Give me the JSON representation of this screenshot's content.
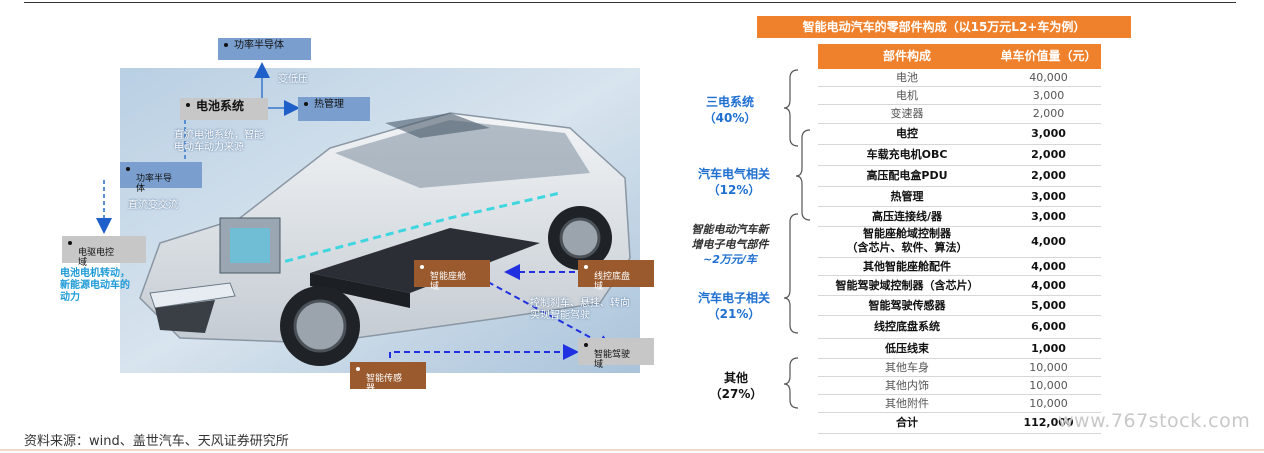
{
  "diagram": {
    "labels": {
      "power_semi_top": "功率半导体",
      "battery_system": "电池系统",
      "thermal_mgmt": "热管理",
      "power_semi_left": "功率半导\n体",
      "motor_ctrl": "电驱电控\n域",
      "smart_cockpit": "智能座舱\n域",
      "chassis_ctrl": "线控底盘\n域",
      "smart_drive": "智能驾驶\n域",
      "smart_sensor": "智能传感\n器"
    },
    "notes": {
      "voltage": "变低压",
      "battery_desc": "直流电池系统，智能\n电动车动力来源",
      "dc_ac": "直流变交流",
      "motor_desc": "电池电机转动，\n新能源电动车的\n动力",
      "chassis_desc": "控制刹车、悬挂、转向\n实现智能驾驶"
    }
  },
  "table": {
    "title": "智能电动汽车的零部件构成（以15万元L2+车为例）",
    "headers": [
      "部件构成",
      "单车价值量（元）"
    ],
    "rows": [
      {
        "name": "电池",
        "value": "40,000",
        "style": "light"
      },
      {
        "name": "电机",
        "value": "3,000",
        "style": "light"
      },
      {
        "name": "变速器",
        "value": "2,000",
        "style": "light"
      },
      {
        "name": "电控",
        "value": "3,000",
        "style": "bold"
      },
      {
        "name": "车载充电机OBC",
        "value": "2,000",
        "style": "bold"
      },
      {
        "name": "高压配电盒PDU",
        "value": "2,000",
        "style": "bold"
      },
      {
        "name": "热管理",
        "value": "3,000",
        "style": "bold"
      },
      {
        "name": "高压连接线/器",
        "value": "3,000",
        "style": "bold"
      },
      {
        "name": "智能座舱域控制器\n（含芯片、软件、算法）",
        "value": "4,000",
        "style": "bold"
      },
      {
        "name": "其他智能座舱配件",
        "value": "4,000",
        "style": "bold"
      },
      {
        "name": "智能驾驶域控制器（含芯片）",
        "value": "4,000",
        "style": "bold"
      },
      {
        "name": "智能驾驶传感器",
        "value": "5,000",
        "style": "bold"
      },
      {
        "name": "线控底盘系统",
        "value": "6,000",
        "style": "bold"
      },
      {
        "name": "低压线束",
        "value": "1,000",
        "style": "bold"
      },
      {
        "name": "其他车身",
        "value": "10,000",
        "style": "light"
      },
      {
        "name": "其他内饰",
        "value": "10,000",
        "style": "light"
      },
      {
        "name": "其他附件",
        "value": "10,000",
        "style": "light"
      },
      {
        "name": "合计",
        "value": "112,000",
        "style": "bold"
      }
    ],
    "groups": {
      "three_electric": "三电系统\n（40%）",
      "electrical": "汽车电气相关\n（12%）",
      "new_parts_line1": "智能电动汽车新",
      "new_parts_line2": "增电子电气部件",
      "new_parts_amount": "~2万元/车",
      "electronics": "汽车电子相关\n（21%）",
      "others": "其他\n（27%）"
    }
  },
  "source": "资料来源：wind、盖世汽车、天风证券研究所",
  "watermark": "www.767stock.com",
  "colors": {
    "accent": "#f0812c",
    "group_blue": "#1e6fd0",
    "label_blue": "#7a9fcf",
    "label_brown": "#9a5a2e"
  }
}
